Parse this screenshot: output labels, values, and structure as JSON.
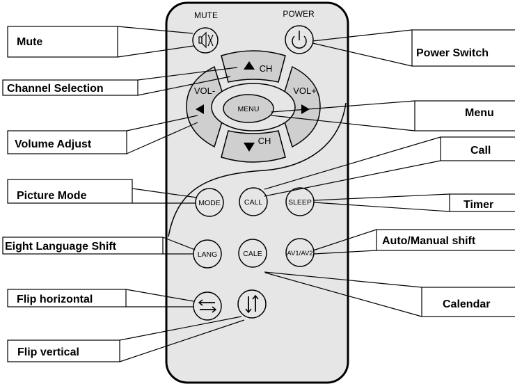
{
  "remote": {
    "top_labels": {
      "mute": "MUTE",
      "power": "POWER"
    },
    "dpad": {
      "ch_up": "CH",
      "ch_down": "CH",
      "vol_minus": "VOL-",
      "vol_plus": "VOL+",
      "menu": "MENU"
    },
    "buttons": {
      "mode": "MODE",
      "call": "CALL",
      "sleep": "SLEEP",
      "lang": "LANG",
      "cale": "CALE",
      "av": "AV1/AV2"
    }
  },
  "callouts": {
    "mute": "Mute",
    "power_switch": "Power Switch",
    "channel_selection": "Channel Selection",
    "menu": "Menu",
    "volume_adjust": "Volume Adjust",
    "call": "Call",
    "picture_mode": "Picture Mode",
    "timer": "Timer",
    "eight_language_shift": "Eight Language Shift",
    "auto_manual_shift": "Auto/Manual shift",
    "flip_horizontal": "Flip horizontal",
    "calendar": "Calendar",
    "flip_vertical": "Flip vertical"
  }
}
